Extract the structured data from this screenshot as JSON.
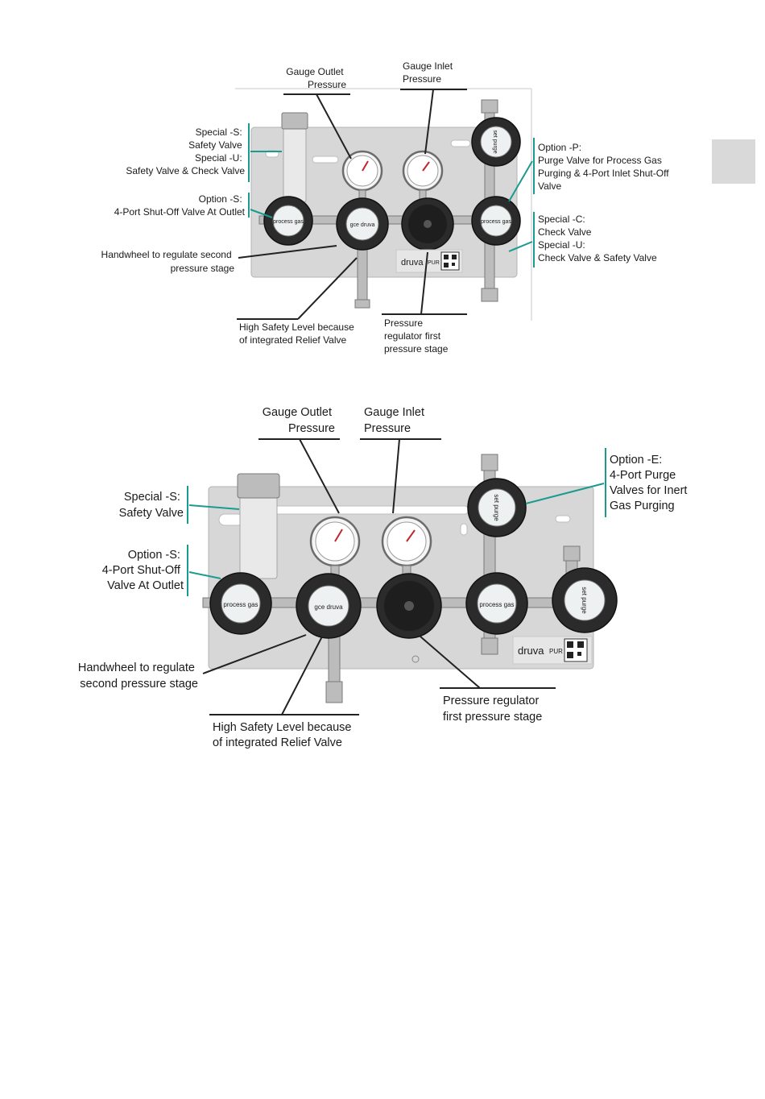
{
  "colors": {
    "accent_teal": "#1b9a8f",
    "panel_grey": "#d7d7d7",
    "knob_dark": "#2b2b2b",
    "brand_red": "#d0262e",
    "side_tab": "#d9d9d9"
  },
  "fig1": {
    "gauge_outlet": [
      "Gauge Outlet",
      "Pressure"
    ],
    "gauge_inlet": [
      "Gauge Inlet",
      "Pressure"
    ],
    "special_s_u": [
      "Special -S:",
      "Safety Valve",
      "Special -U:",
      "Safety Valve & Check Valve"
    ],
    "option_s": [
      "Option -S:",
      "4-Port Shut-Off Valve At Outlet"
    ],
    "handwheel": [
      "Handwheel to regulate second",
      "pressure stage"
    ],
    "high_safety": [
      "High Safety Level because",
      "of integrated Relief Valve"
    ],
    "pressure_regulator": [
      "Pressure",
      "regulator first",
      "pressure stage"
    ],
    "option_p": [
      "Option -P:",
      "Purge Valve for Process Gas",
      "Purging & 4-Port Inlet Shut-Off",
      "Valve"
    ],
    "special_c_u": [
      "Special -C:",
      "Check Valve",
      "Special -U:",
      "Check Valve & Safety Valve"
    ],
    "knob_left": "process gas",
    "knob_right": "process gas",
    "knob_purge": "set purge",
    "knob_center": "gce druva",
    "brand_name": "druva",
    "brand_badge": "PUR"
  },
  "fig2": {
    "gauge_outlet": [
      "Gauge Outlet",
      "Pressure"
    ],
    "gauge_inlet": [
      "Gauge Inlet",
      "Pressure"
    ],
    "special_s": [
      "Special -S:",
      "Safety Valve"
    ],
    "option_s": [
      "Option -S:",
      "4-Port Shut-Off",
      "Valve At Outlet"
    ],
    "handwheel": [
      "Handwheel to regulate",
      "second pressure stage"
    ],
    "high_safety": [
      "High Safety Level because",
      "of integrated Relief Valve"
    ],
    "pressure_regulator": [
      "Pressure regulator",
      "first pressure stage"
    ],
    "option_e": [
      "Option -E:",
      "4-Port Purge",
      "Valves for Inert",
      "Gas Purging"
    ],
    "knob_left": "process gas",
    "knob_right": "process gas",
    "knob_purge_top": "set purge",
    "knob_purge_right": "set purge",
    "knob_center": "gce druva",
    "brand_name": "druva",
    "brand_badge": "PUR"
  }
}
